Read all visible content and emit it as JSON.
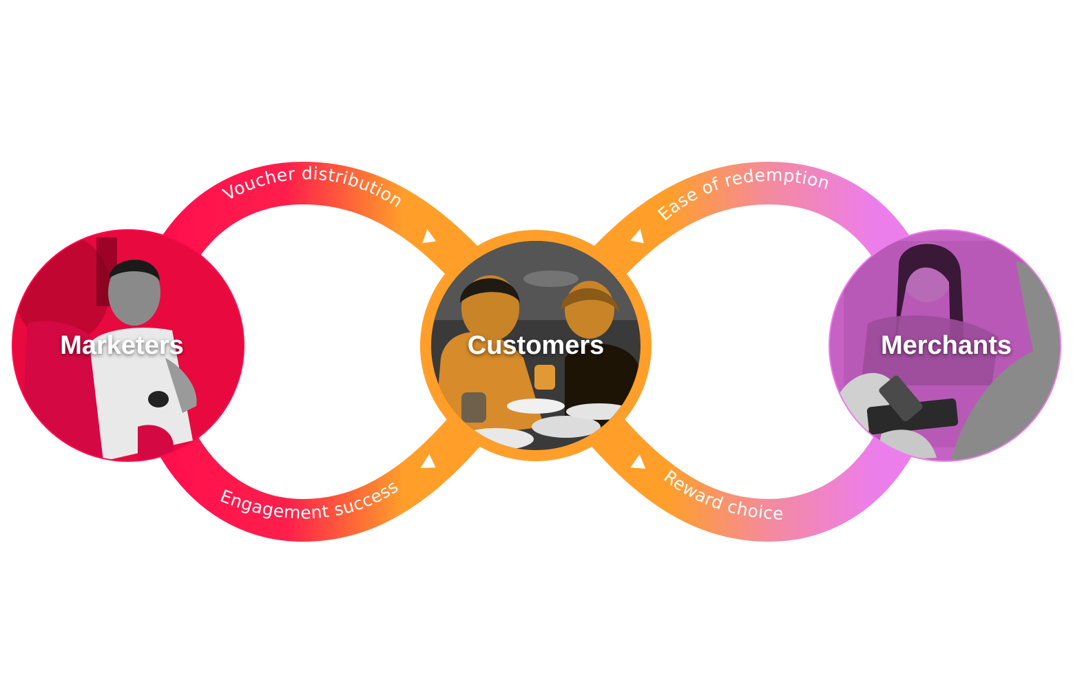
{
  "diagram": {
    "type": "infinity-loop",
    "colors": {
      "marketers": "#FF0A4E",
      "customers": "#FF9F2A",
      "merchants": "#EC7EEC",
      "arrow": "#FFFFFF",
      "background": "#FFFFFF"
    },
    "nodes": [
      {
        "id": "marketers",
        "label": "Marketers",
        "tint": "#FF0A4E",
        "photo": "man-in-white-shirt-gesturing"
      },
      {
        "id": "customers",
        "label": "Customers",
        "tint": "#FF9F2A",
        "photo": "two-women-laughing-at-dinner-table"
      },
      {
        "id": "merchants",
        "label": "Merchants",
        "tint": "#EC7EEC",
        "photo": "phone-payment-at-card-terminal"
      }
    ],
    "flows": [
      {
        "id": "voucher-distribution",
        "label": "Voucher distribution",
        "from": "marketers",
        "to": "customers",
        "arrow": "triangle-icon"
      },
      {
        "id": "engagement-success",
        "label": "Engagement success",
        "from": "customers",
        "to": "marketers",
        "arrow": "triangle-icon"
      },
      {
        "id": "ease-of-redemption",
        "label": "Ease of redemption",
        "from": "merchants",
        "to": "customers",
        "arrow": "triangle-icon"
      },
      {
        "id": "reward-choice",
        "label": "Reward choice",
        "from": "customers",
        "to": "merchants",
        "arrow": "triangle-icon"
      }
    ]
  }
}
